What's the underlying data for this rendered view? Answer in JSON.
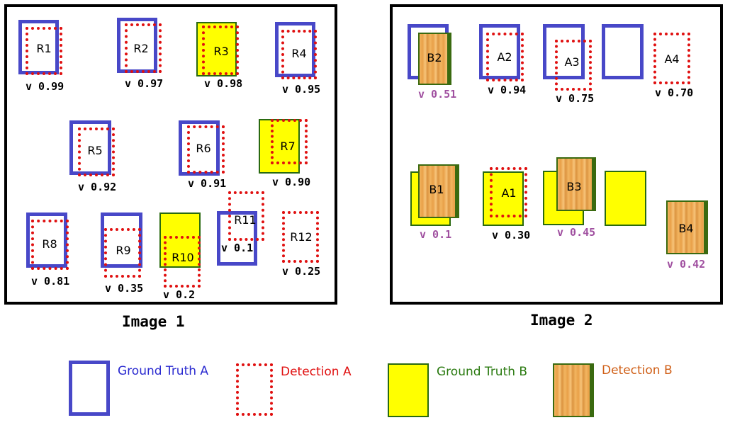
{
  "image1": {
    "caption": "Image 1",
    "labels": {
      "r1": "R1",
      "r2": "R2",
      "r3": "R3",
      "r4": "R4",
      "r5": "R5",
      "r6": "R6",
      "r7": "R7",
      "r8": "R8",
      "r9": "R9",
      "r10": "R10",
      "r11": "R11",
      "r12": "R12"
    },
    "scores": {
      "r1": "v 0.99",
      "r2": "v 0.97",
      "r3": "v 0.98",
      "r4": "v 0.95",
      "r5": "v 0.92",
      "r6": "v 0.91",
      "r7": "v 0.90",
      "r8": "v 0.81",
      "r9": "v 0.35",
      "r10": "v 0.2",
      "r11": "v 0.1",
      "r12": "v 0.25"
    }
  },
  "image2": {
    "caption": "Image 2",
    "labels": {
      "b2": "B2",
      "a2": "A2",
      "a3": "A3",
      "a4": "A4",
      "b1": "B1",
      "a1": "A1",
      "b3": "B3",
      "b4": "B4"
    },
    "scores": {
      "b2": "v 0.51",
      "a2": "v 0.94",
      "a3": "v 0.75",
      "a4": "v 0.70",
      "b1": "v 0.1",
      "a1": "v 0.30",
      "b3": "v 0.45",
      "b4": "v 0.42"
    }
  },
  "legend": {
    "ground_truth_a": "Ground Truth A",
    "detection_a": "Detection A",
    "ground_truth_b": "Ground Truth B",
    "detection_b": "Detection B"
  },
  "colors": {
    "ground_truth_a": "#4848c8",
    "detection_a": "#e01010",
    "ground_truth_b": "#ffff00",
    "ground_truth_b_text": "#2a7a10",
    "detection_b": "#e9a048",
    "detection_b_text": "#d06018",
    "score_class_b": "#a050a0"
  }
}
